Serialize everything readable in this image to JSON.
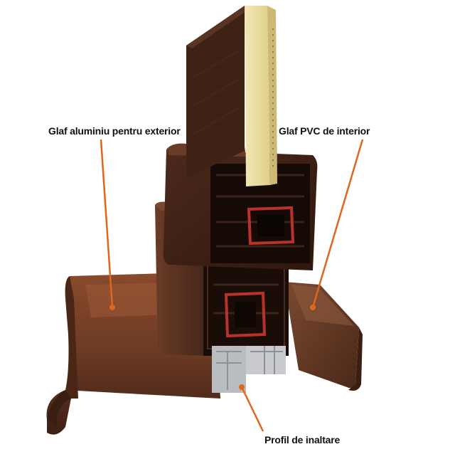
{
  "labels": {
    "exterior_sill": "Glaf aluminiu pentru  exterior",
    "interior_sill": "Glaf PVC de interior",
    "raising_profile": "Profil de inaltare"
  },
  "colors": {
    "wood_dark": "#3a2016",
    "wood_mid": "#5a3422",
    "wood_light": "#8a5538",
    "sill_glossy": "#6b3a24",
    "foam_core": "#efe3a8",
    "profile_grey": "#b9bcc0",
    "gasket_red": "#b8322a",
    "leader_orange": "#e0661c",
    "text": "#111111"
  },
  "icons": [
    "window-profile-cross-section"
  ]
}
